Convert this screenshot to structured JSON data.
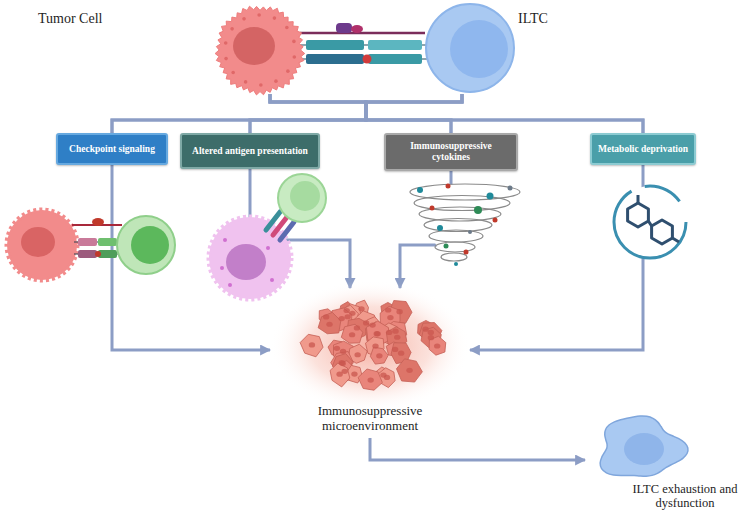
{
  "diagram": {
    "nodes": [
      {
        "text": [
          "Tumor Cell"
        ]
      },
      {
        "text": [
          "ILTC"
        ]
      },
      {
        "text": [
          "Checkpoint signaling"
        ]
      },
      {
        "text": [
          "Altered antigen presentation"
        ]
      },
      {
        "text": [
          "Immunosuppressive cytokines"
        ]
      },
      {
        "text": [
          "Metabolic deprivation"
        ]
      },
      {
        "text": [
          "Immunosuppressive microenvironment"
        ]
      },
      {
        "text": [
          "ILTC exhaustion and dysfunction"
        ]
      }
    ],
    "edges": [
      {
        "from": 0,
        "to": 2,
        "arrow": "none"
      },
      {
        "from": 0,
        "to": 3,
        "arrow": "none"
      },
      {
        "from": 0,
        "to": 4,
        "arrow": "none"
      },
      {
        "from": 0,
        "to": 5,
        "arrow": "none"
      },
      {
        "from": 1,
        "to": 2,
        "arrow": "none"
      },
      {
        "from": 1,
        "to": 3,
        "arrow": "none"
      },
      {
        "from": 1,
        "to": 4,
        "arrow": "none"
      },
      {
        "from": 1,
        "to": 5,
        "arrow": "none"
      },
      {
        "from": 2,
        "to": 6,
        "arrow": "to"
      },
      {
        "from": 3,
        "to": 6,
        "arrow": "to"
      },
      {
        "from": 4,
        "to": 6,
        "arrow": "to"
      },
      {
        "from": 5,
        "to": 6,
        "arrow": "to"
      },
      {
        "from": 6,
        "to": 7,
        "arrow": "to"
      }
    ]
  }
}
